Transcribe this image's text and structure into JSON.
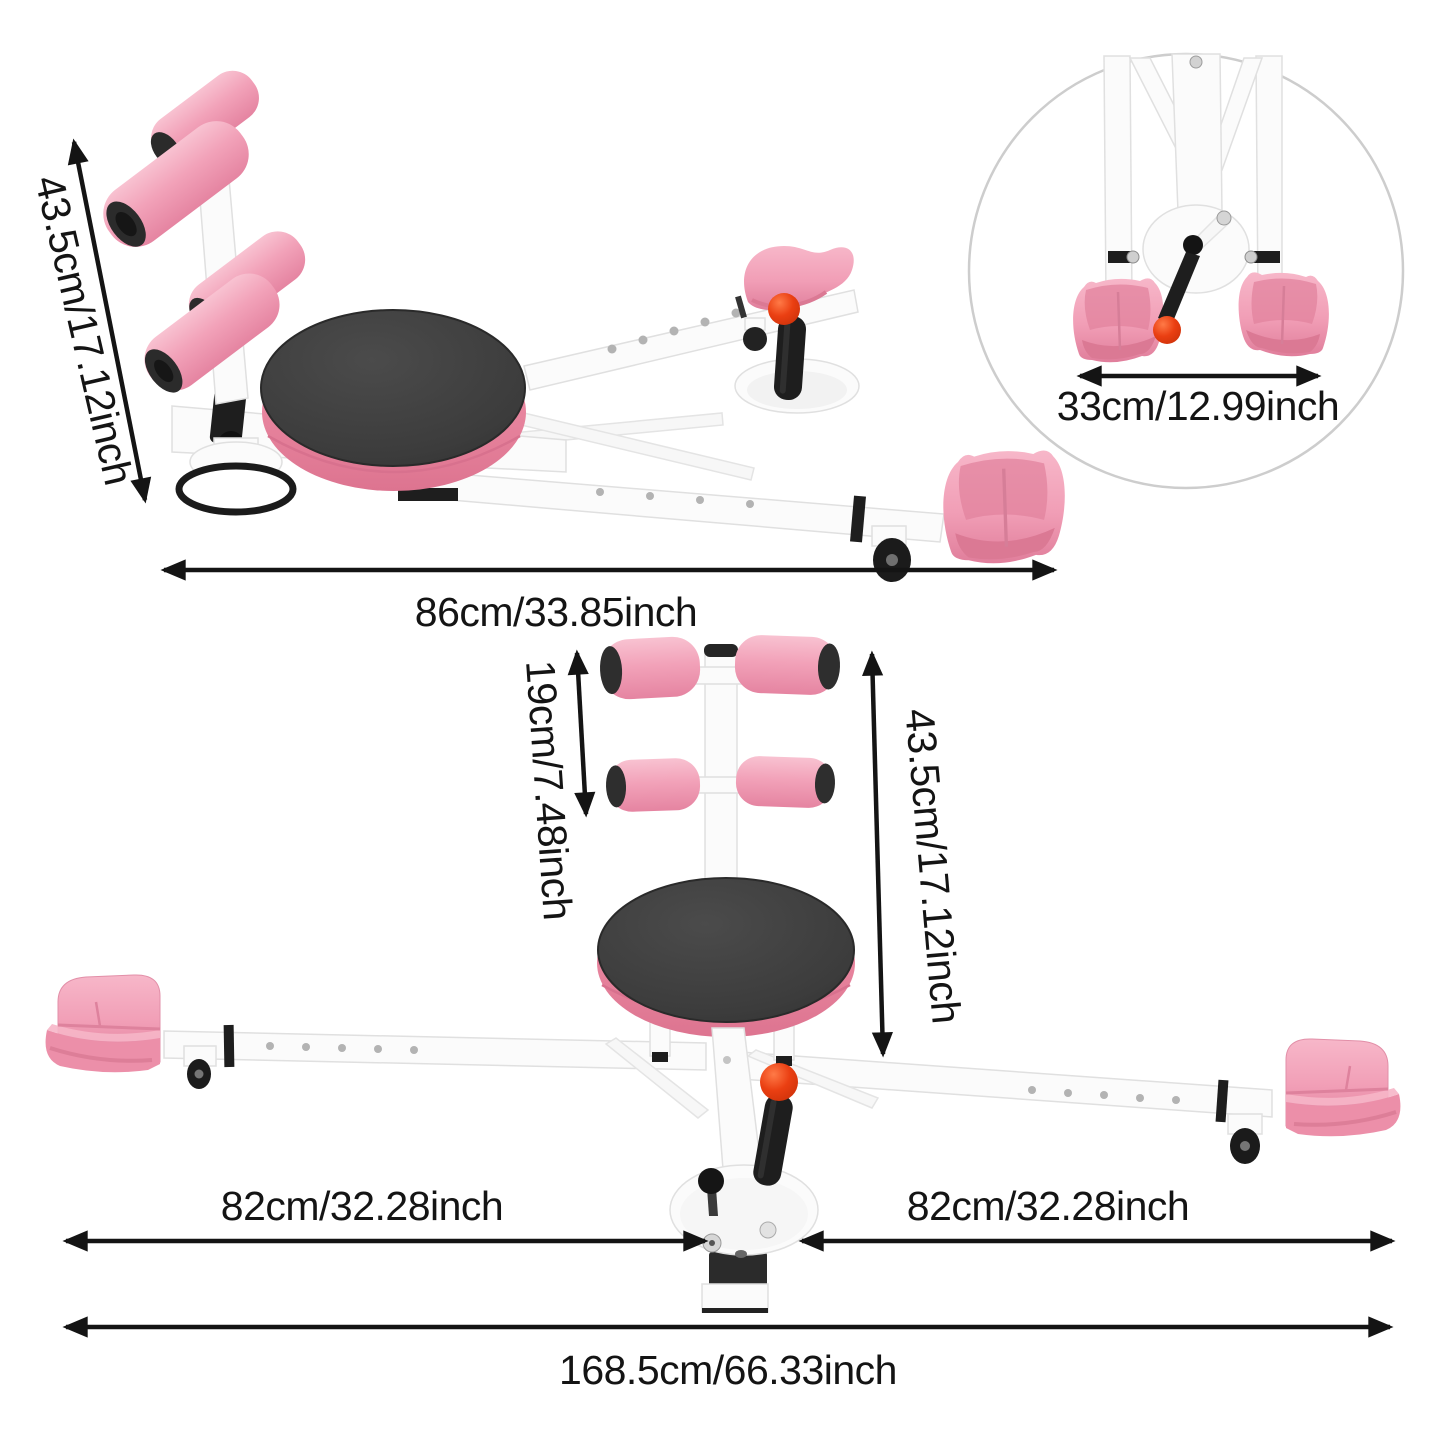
{
  "views": {
    "side": {
      "height": "43.5cm/17.12inch",
      "length": "86cm/33.85inch"
    },
    "inset": {
      "width": "33cm/12.99inch"
    },
    "front": {
      "roller_spacing": "19cm/7.48inch",
      "backrest_height": "43.5cm/17.12inch",
      "left_arm_reach": "82cm/32.28inch",
      "right_arm_reach": "82cm/32.28inch",
      "total_width": "168.5cm/66.33inch"
    }
  },
  "colors": {
    "foam_pink": "#F2A2B9",
    "plastic_pink": "#F19EB6",
    "pink_shadow": "#DB7994",
    "seat_top_black": "#3C3C3C",
    "seat_rim_pink": "#ED8CA4",
    "frame_white": "#FBFBFB",
    "frame_outline": "#E0E0E0",
    "knob_red": "#EA3F12",
    "grip_black": "#1E1E1E",
    "dimension_ink": "#141414",
    "inset_ring_gray": "#CDCDCD",
    "background": "#FFFFFF"
  }
}
